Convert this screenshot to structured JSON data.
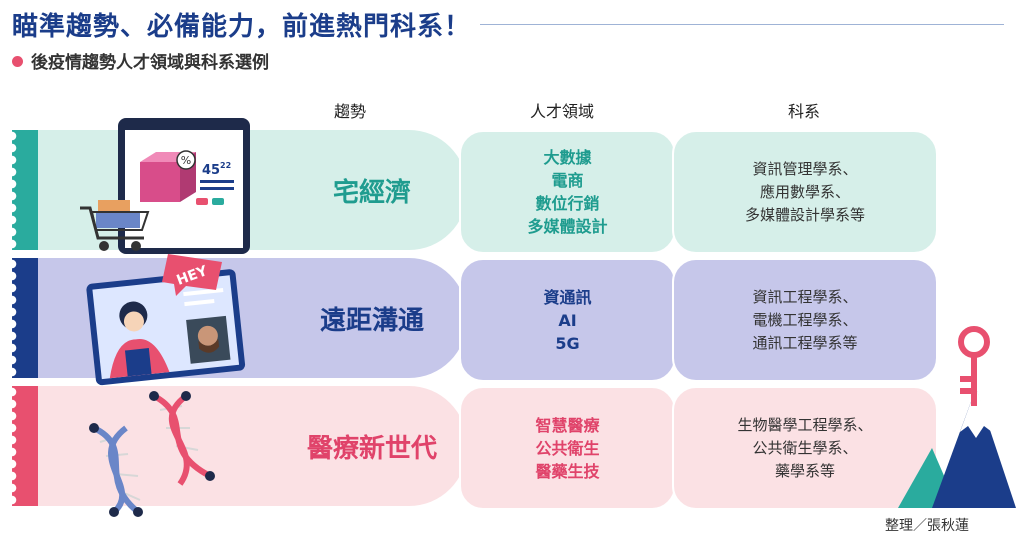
{
  "title": "瞄準趨勢、必備能力，前進熱門科系！",
  "subtitle": "後疫情趨勢人才領域與科系選例",
  "headers": {
    "trend": "趨勢",
    "talent": "人才領域",
    "dept": "科系"
  },
  "rows": [
    {
      "trend": "宅經濟",
      "talent": [
        "大數據",
        "電商",
        "數位行銷",
        "多媒體設計"
      ],
      "dept": [
        "資訊管理學系、",
        "應用數學系、",
        "多媒體設計學系等"
      ],
      "color": "#2aab9e"
    },
    {
      "trend": "遠距溝通",
      "talent": [
        "資通訊",
        "AI",
        "5G"
      ],
      "dept": [
        "資訊工程學系、",
        "電機工程學系、",
        "通訊工程學系等"
      ],
      "color": "#1b3d8a"
    },
    {
      "trend": "醫療新世代",
      "talent": [
        "智慧醫療",
        "公共衛生",
        "醫藥生技"
      ],
      "dept": [
        "生物醫學工程學系、",
        "公共衛生學系、",
        "藥學系等"
      ],
      "color": "#e8506f"
    }
  ],
  "illustration_text": {
    "tablet_number": "45",
    "tablet_superscript": "22",
    "tablet_badge": "%",
    "speech_bubble": "HEY"
  },
  "credit": "整理／張秋蓮",
  "icons": [
    "shopping-tablet-icon",
    "shopping-cart-icon",
    "video-call-icon",
    "dna-helix-icon",
    "key-icon",
    "mountain-icon"
  ]
}
